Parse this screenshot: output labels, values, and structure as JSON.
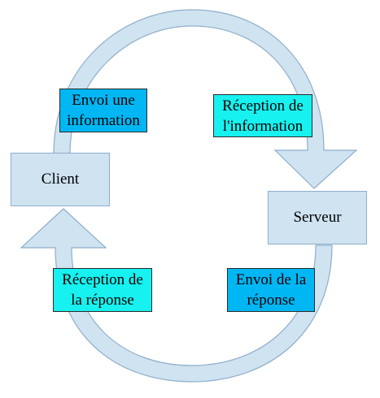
{
  "diagram": {
    "nodes": {
      "client": "Client",
      "serveur": "Serveur"
    },
    "labels": {
      "envoi_information": [
        "Envoi une",
        "information"
      ],
      "reception_information": [
        "Réception de",
        "l'information"
      ],
      "reception_reponse": [
        "Réception de",
        "la réponse"
      ],
      "envoi_reponse": [
        "Envoi de la",
        "réponse"
      ]
    },
    "colors": {
      "ring": "#cfe3f1",
      "ring_stroke": "#8faecb",
      "label_blue": "#00b7f4",
      "label_cyan": "#17f1ef"
    }
  }
}
